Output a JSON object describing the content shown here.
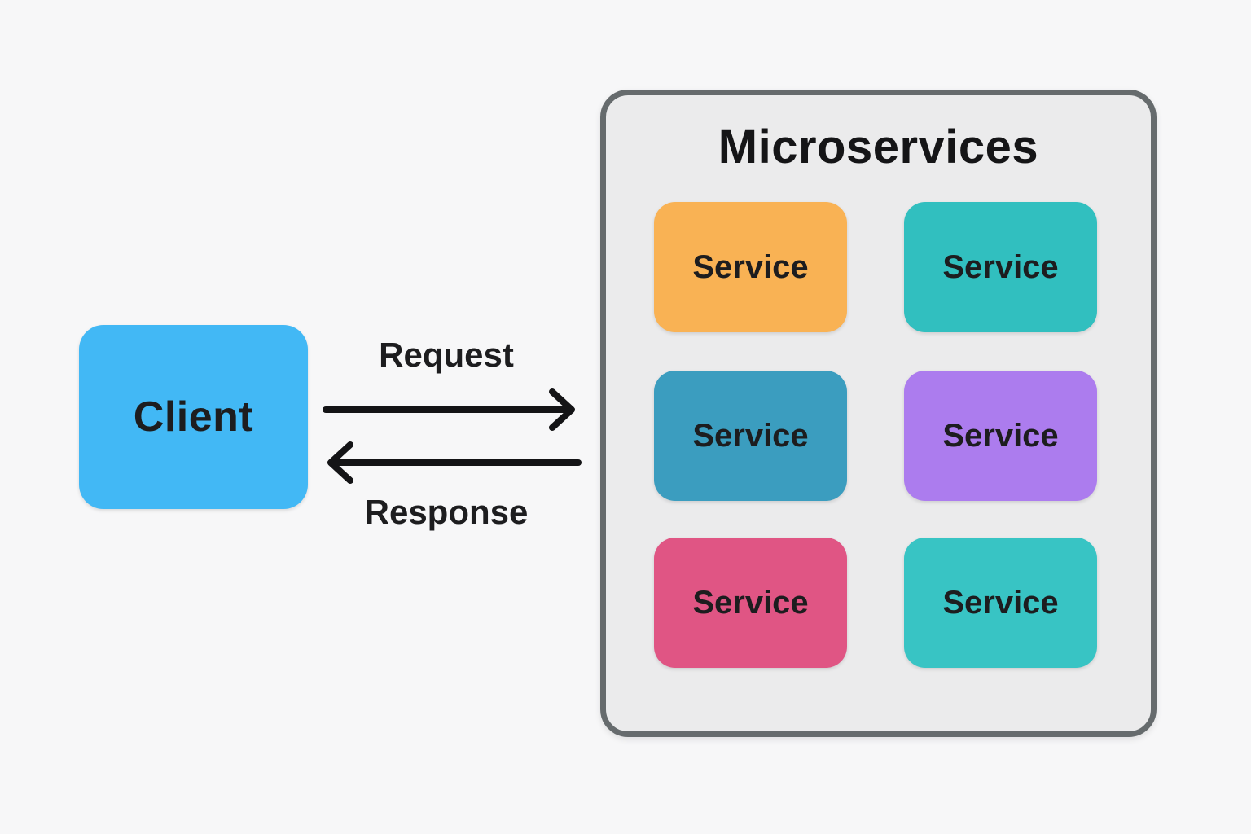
{
  "page": {
    "background_color": "#f7f7f8",
    "text_color": "#1d1d1f"
  },
  "client": {
    "label": "Client",
    "color": "#42b8f5"
  },
  "arrows": {
    "request_label": "Request",
    "response_label": "Response",
    "color": "#141416"
  },
  "microservices": {
    "title": "Microservices",
    "container_fill": "#ebebec",
    "container_border_color": "#666b6d",
    "services": [
      {
        "label": "Service",
        "color": "#f9b254"
      },
      {
        "label": "Service",
        "color": "#31bfbf"
      },
      {
        "label": "Service",
        "color": "#3b9dbf"
      },
      {
        "label": "Service",
        "color": "#ac7cee"
      },
      {
        "label": "Service",
        "color": "#e05584"
      },
      {
        "label": "Service",
        "color": "#38c4c4"
      }
    ]
  }
}
